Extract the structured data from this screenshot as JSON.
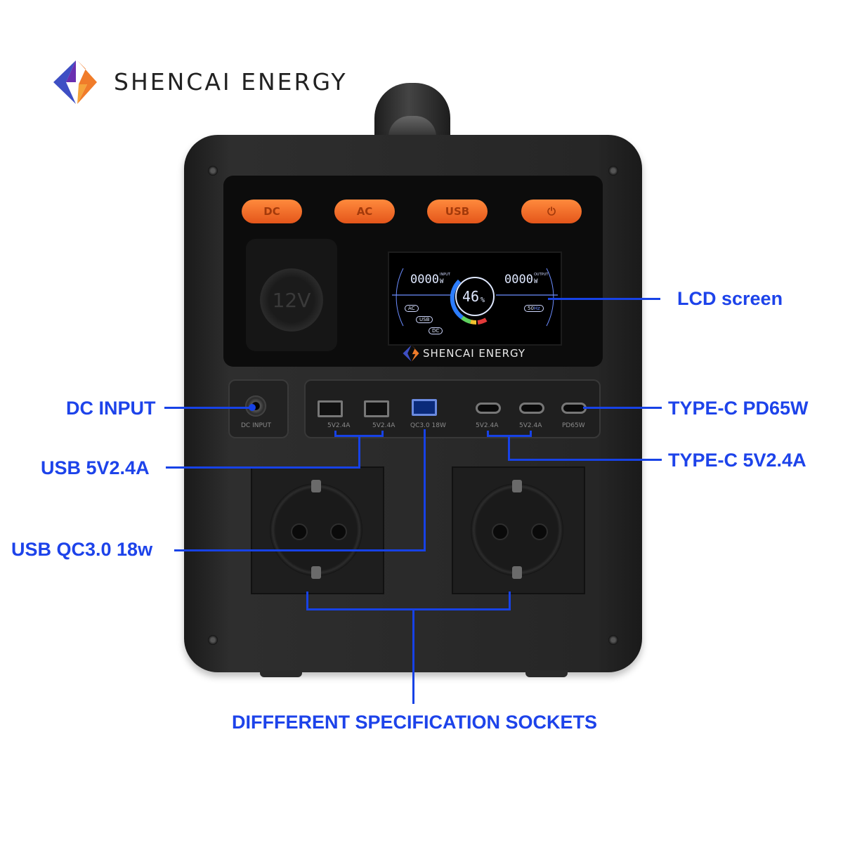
{
  "brand": {
    "name": "SHENCAI ENERGY"
  },
  "device": {
    "buttons": [
      "DC",
      "AC",
      "USB",
      "⏻"
    ],
    "car_socket_label": "12V",
    "lcd": {
      "input_watts": "0000",
      "input_unit": "W",
      "input_tag": "INPUT",
      "output_watts": "0000",
      "output_unit": "W",
      "output_tag": "OUTPUT",
      "battery": "46",
      "battery_unit": "%",
      "ac_tag": "AC",
      "usb_tag": "USB",
      "dc_tag": "DC",
      "frequency": "50",
      "frequency_unit": "Hz",
      "battery_level_pct": 46
    },
    "screen_brand": "SHENCAI ENERGY",
    "dc_input_label": "DC INPUT",
    "port_labels": [
      "5V2.4A",
      "5V2.4A",
      "QC3.0 18W",
      "5V2.4A",
      "5V2.4A",
      "PD65W"
    ]
  },
  "callouts": {
    "lcd_screen": "LCD screen",
    "dc_input": "DC INPUT",
    "type_c_pd": "TYPE-C  PD65W",
    "usb_a": "USB 5V2.4A",
    "type_c_5v": "TYPE-C  5V2.4A",
    "usb_qc": "USB QC3.0 18w",
    "sockets": "DIFFFERENT SPECIFICATION SOCKETS"
  },
  "colors": {
    "annotation": "#1742e6",
    "button_orange": "#f06a2a",
    "logo_blue": "#3355d6",
    "logo_orange": "#f07c2a"
  },
  "icons": [
    "lightning-logo-icon",
    "power-icon"
  ]
}
